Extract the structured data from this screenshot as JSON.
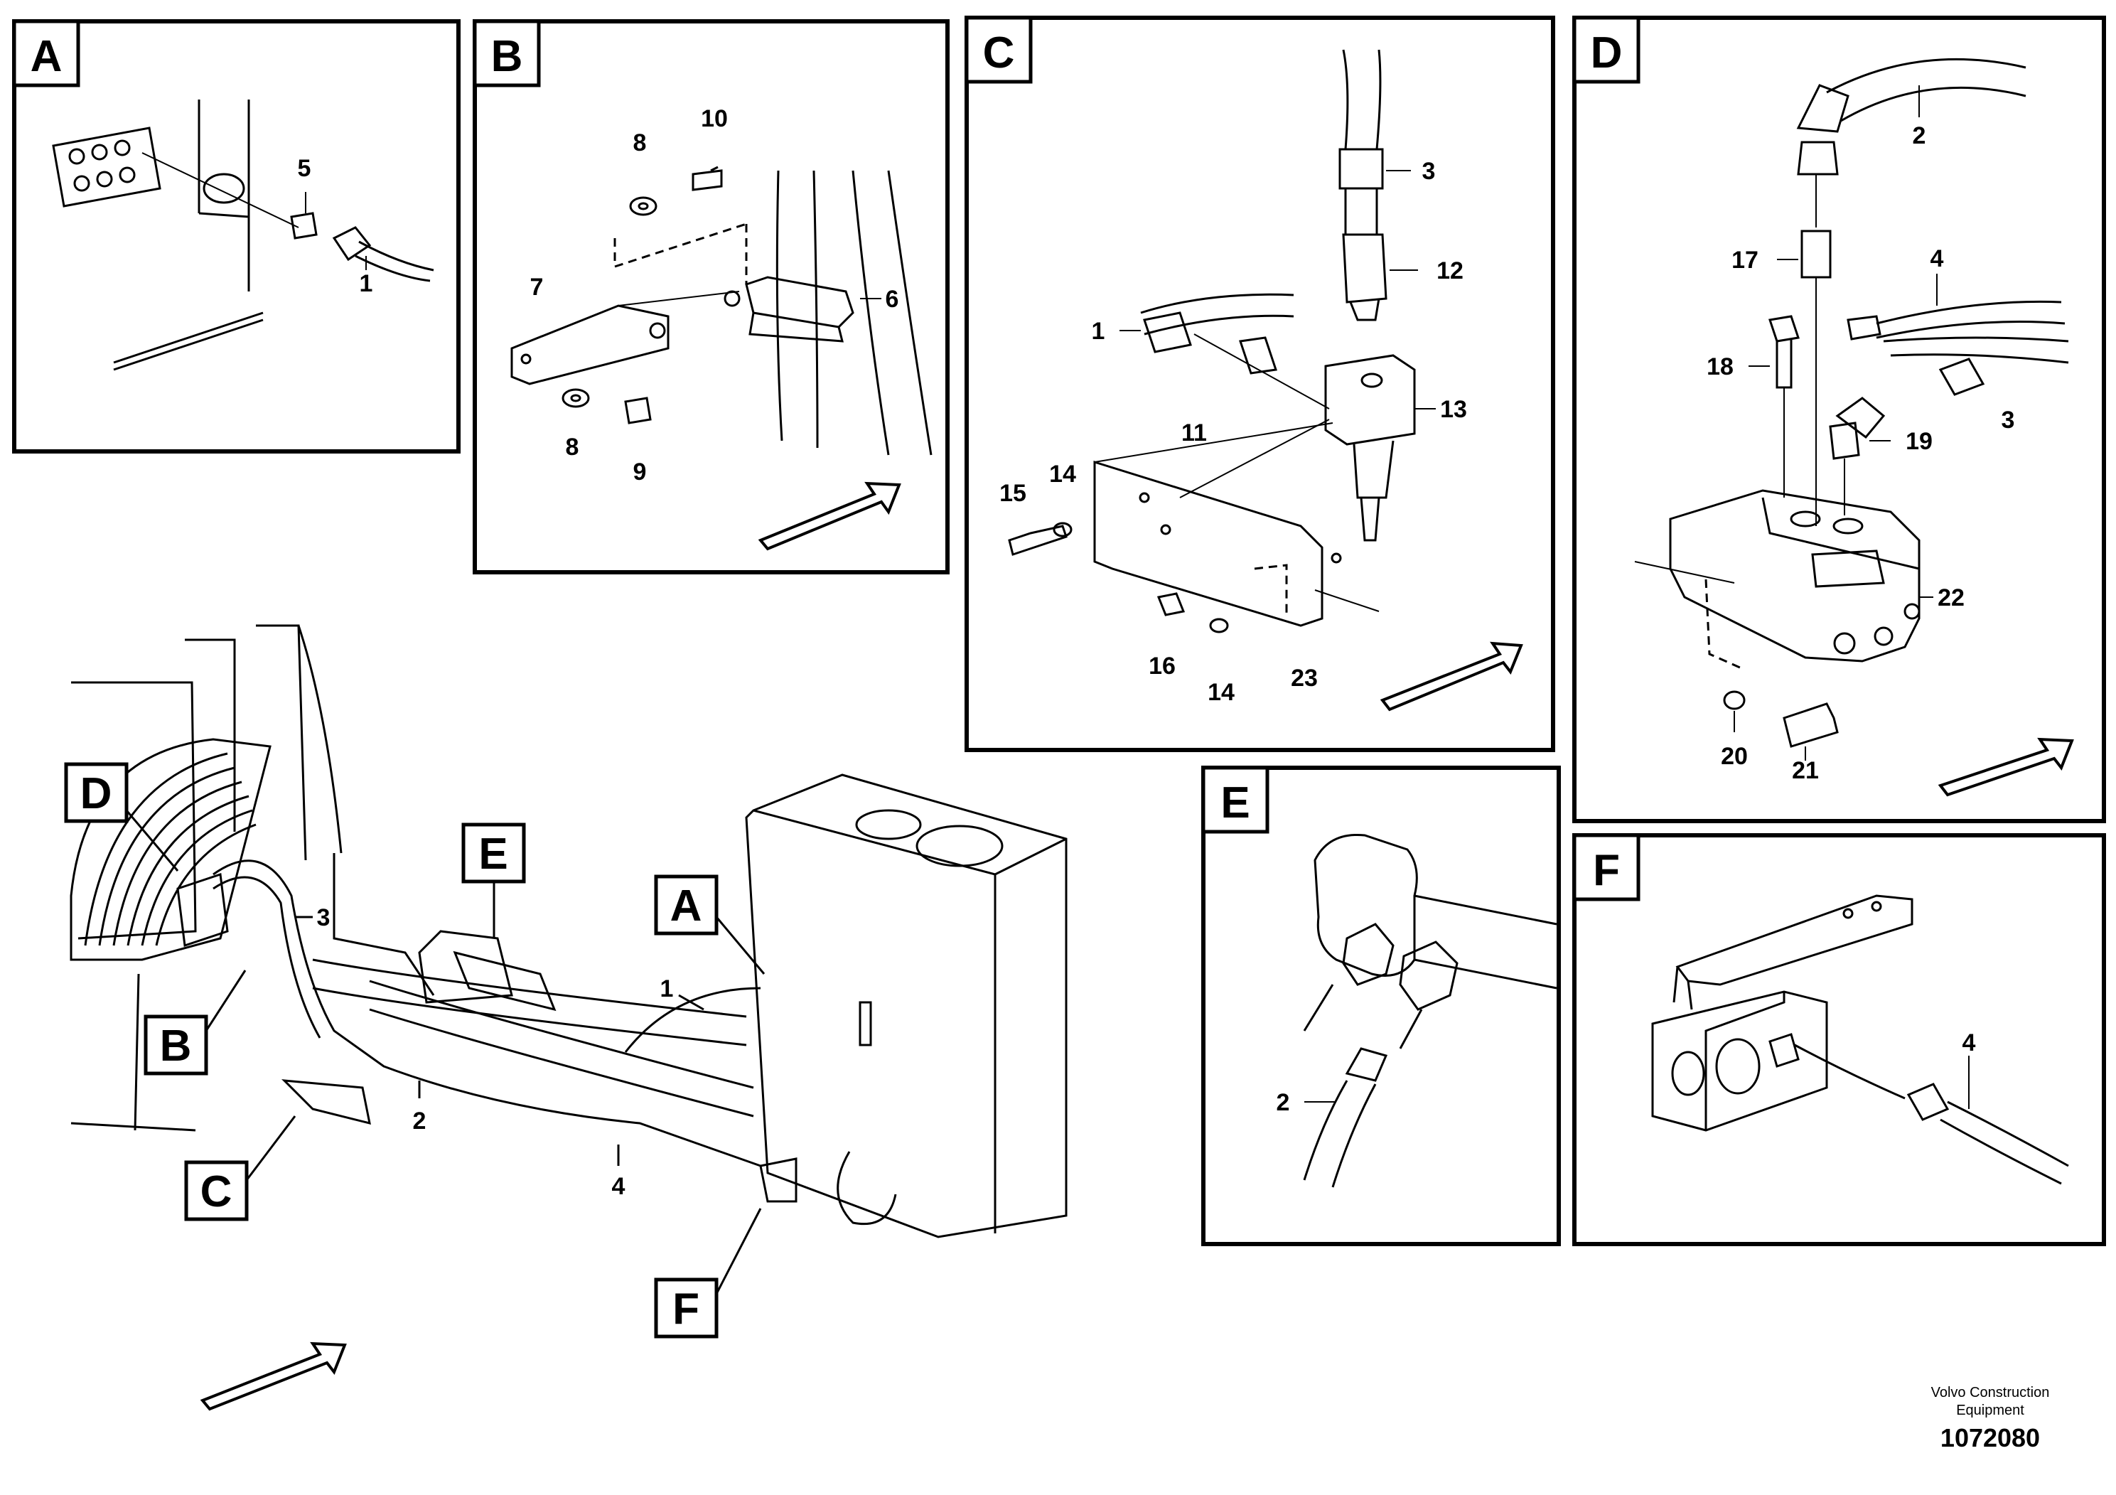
{
  "panels": [
    {
      "letter": "A",
      "callouts": [
        "5",
        "1"
      ]
    },
    {
      "letter": "B",
      "callouts": [
        "10",
        "8",
        "7",
        "6",
        "8",
        "9"
      ]
    },
    {
      "letter": "C",
      "callouts": [
        "3",
        "12",
        "1",
        "13",
        "11",
        "15",
        "14",
        "16",
        "14",
        "23"
      ]
    },
    {
      "letter": "D",
      "callouts": [
        "2",
        "17",
        "4",
        "18",
        "19",
        "3",
        "22",
        "20",
        "21"
      ]
    },
    {
      "letter": "E",
      "callouts": [
        "2"
      ]
    },
    {
      "letter": "F",
      "callouts": [
        "4"
      ]
    }
  ],
  "overview": {
    "locators": [
      "D",
      "E",
      "A",
      "B",
      "C",
      "F"
    ],
    "callouts": [
      "3",
      "1",
      "2",
      "4"
    ]
  },
  "footer": {
    "company_line1": "Volvo Construction",
    "company_line2": "Equipment",
    "drawing_number": "1072080"
  },
  "colors": {
    "line": "#000000",
    "background": "#ffffff"
  }
}
